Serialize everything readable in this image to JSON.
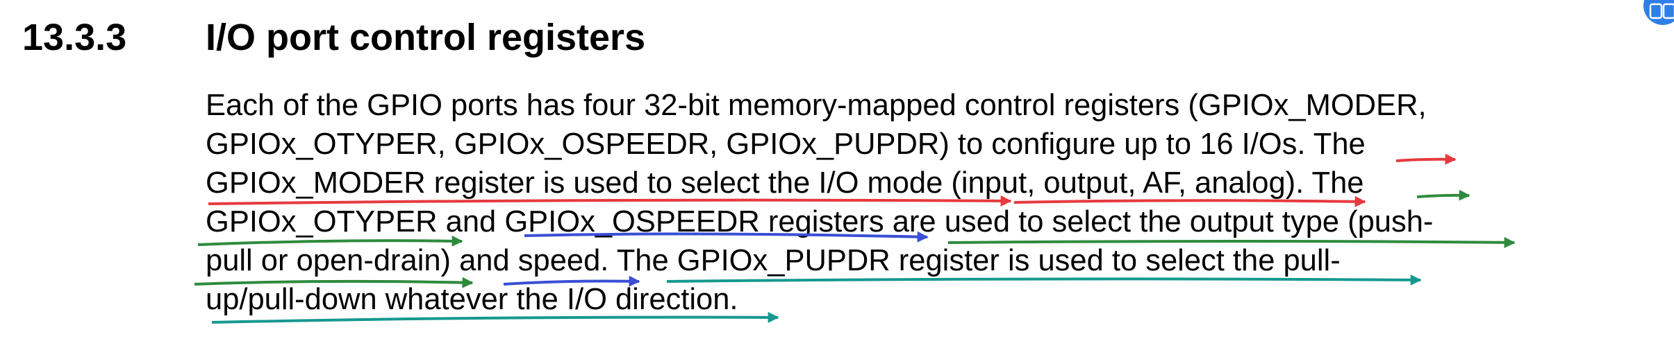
{
  "heading": {
    "number": "13.3.3",
    "title": "I/O port control registers"
  },
  "paragraph": {
    "lines": [
      "Each of the GPIO ports has four 32-bit memory-mapped control registers (GPIOx_MODER,",
      "GPIOx_OTYPER, GPIOx_OSPEEDR, GPIOx_PUPDR) to configure up to 16 I/Os. The",
      "GPIOx_MODER register is used to select the I/O mode (input, output, AF, analog). The",
      "GPIOx_OTYPER and GPIOx_OSPEEDR registers are used to select the output type (push-",
      "pull or open-drain) and speed. The GPIOx_PUPDR register is used to select the pull-",
      "up/pull-down whatever the I/O direction."
    ]
  },
  "annotations": {
    "colors": {
      "red": "#e63a3f",
      "green": "#2e8b3d",
      "blue": "#3a4fd6",
      "teal": "#16998f"
    }
  },
  "badge": {
    "color": "#2f7fe8",
    "icon": "assistant-icon"
  }
}
